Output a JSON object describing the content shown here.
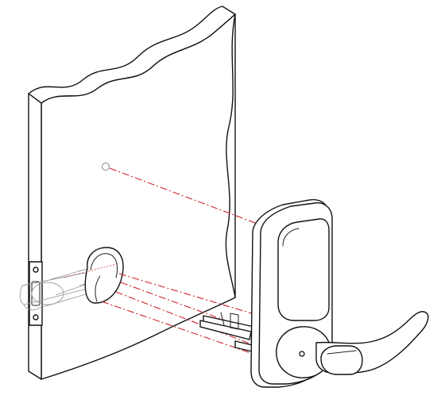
{
  "diagram": {
    "kind": "exploded-installation-view",
    "parts": [
      {
        "id": "door-panel",
        "icon": "door-slab-icon"
      },
      {
        "id": "spindle-hole",
        "icon": "bore-hole-icon"
      },
      {
        "id": "screw-hole",
        "icon": "pilot-hole-icon"
      },
      {
        "id": "latch-assembly",
        "icon": "latch-bolt-icon"
      },
      {
        "id": "lock-body",
        "icon": "keypad-lock-icon"
      },
      {
        "id": "lever-handle",
        "icon": "lever-handle-icon"
      },
      {
        "id": "mounting-rods",
        "icon": "spindle-rod-icon"
      }
    ],
    "colors": {
      "line": "#111111",
      "guide_line": "#d2232a",
      "ghost_line": "#9a9a9a",
      "background": "#ffffff"
    }
  }
}
